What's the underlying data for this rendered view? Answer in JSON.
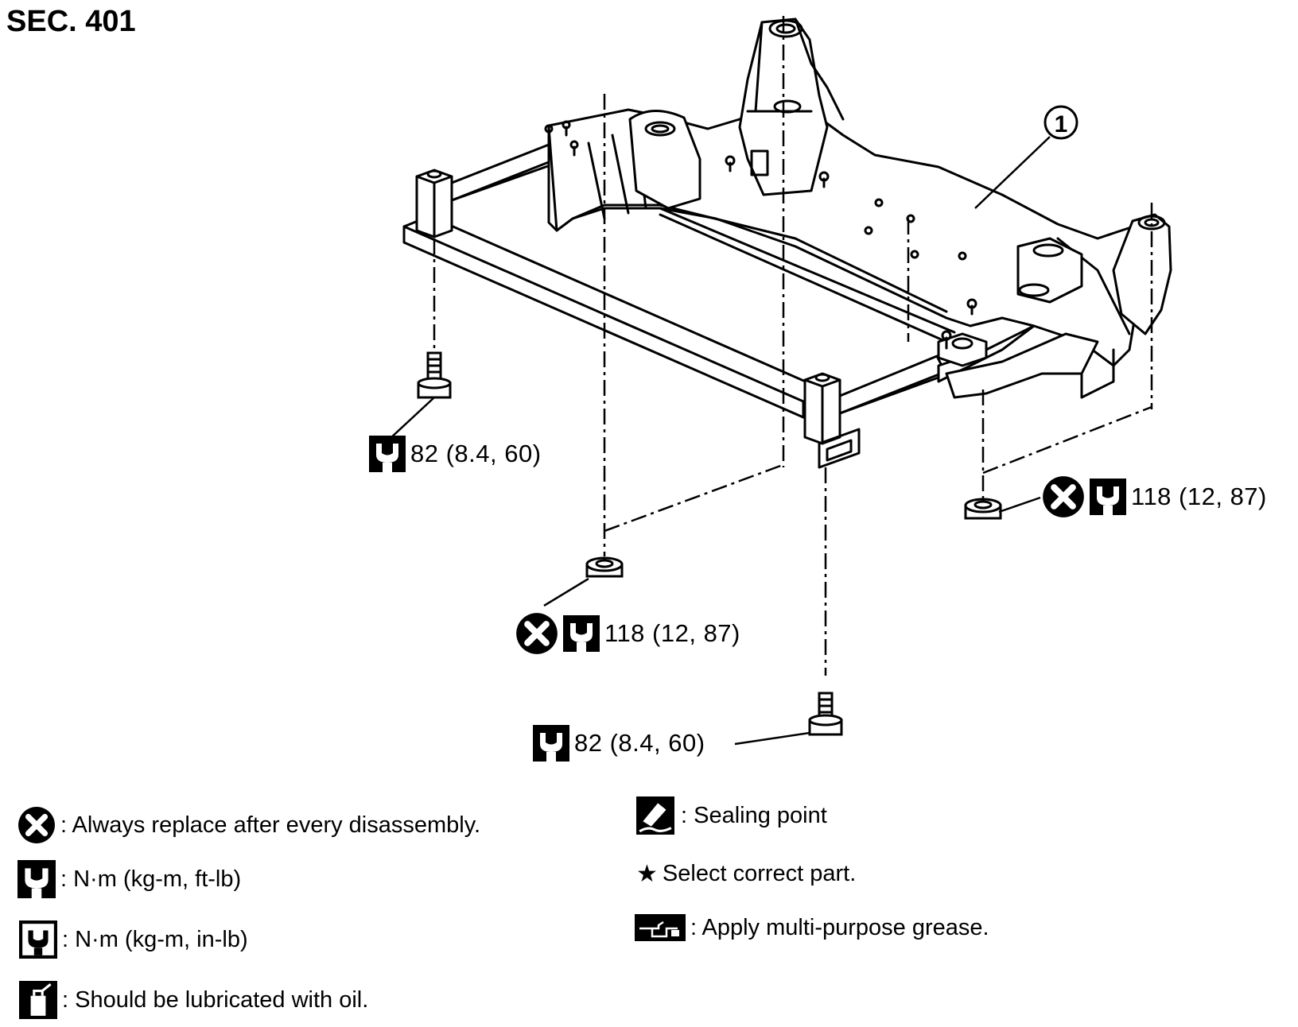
{
  "section": "SEC. 401",
  "part_marker": "1",
  "callouts": {
    "bolt_left": "82 (8.4, 60)",
    "nut_center": "118 (12, 87)",
    "nut_right": "118 (12, 87)",
    "bolt_bottom": "82 (8.4, 60)"
  },
  "legend": {
    "replace": ": Always replace after every disassembly.",
    "torque_ftlb": ": N·m (kg-m, ft-lb)",
    "torque_inlb": ": N·m (kg-m, in-lb)",
    "lubricate": ": Should be lubricated with oil.",
    "sealing": ": Sealing point",
    "select_part": "Select correct part.",
    "grease": ": Apply multi-purpose grease."
  },
  "icons": [
    "replace-x-icon",
    "torque-wrench-icon",
    "torque-wrench-inlb-icon",
    "oil-can-icon",
    "sealant-icon",
    "star-icon",
    "grease-gun-icon"
  ]
}
